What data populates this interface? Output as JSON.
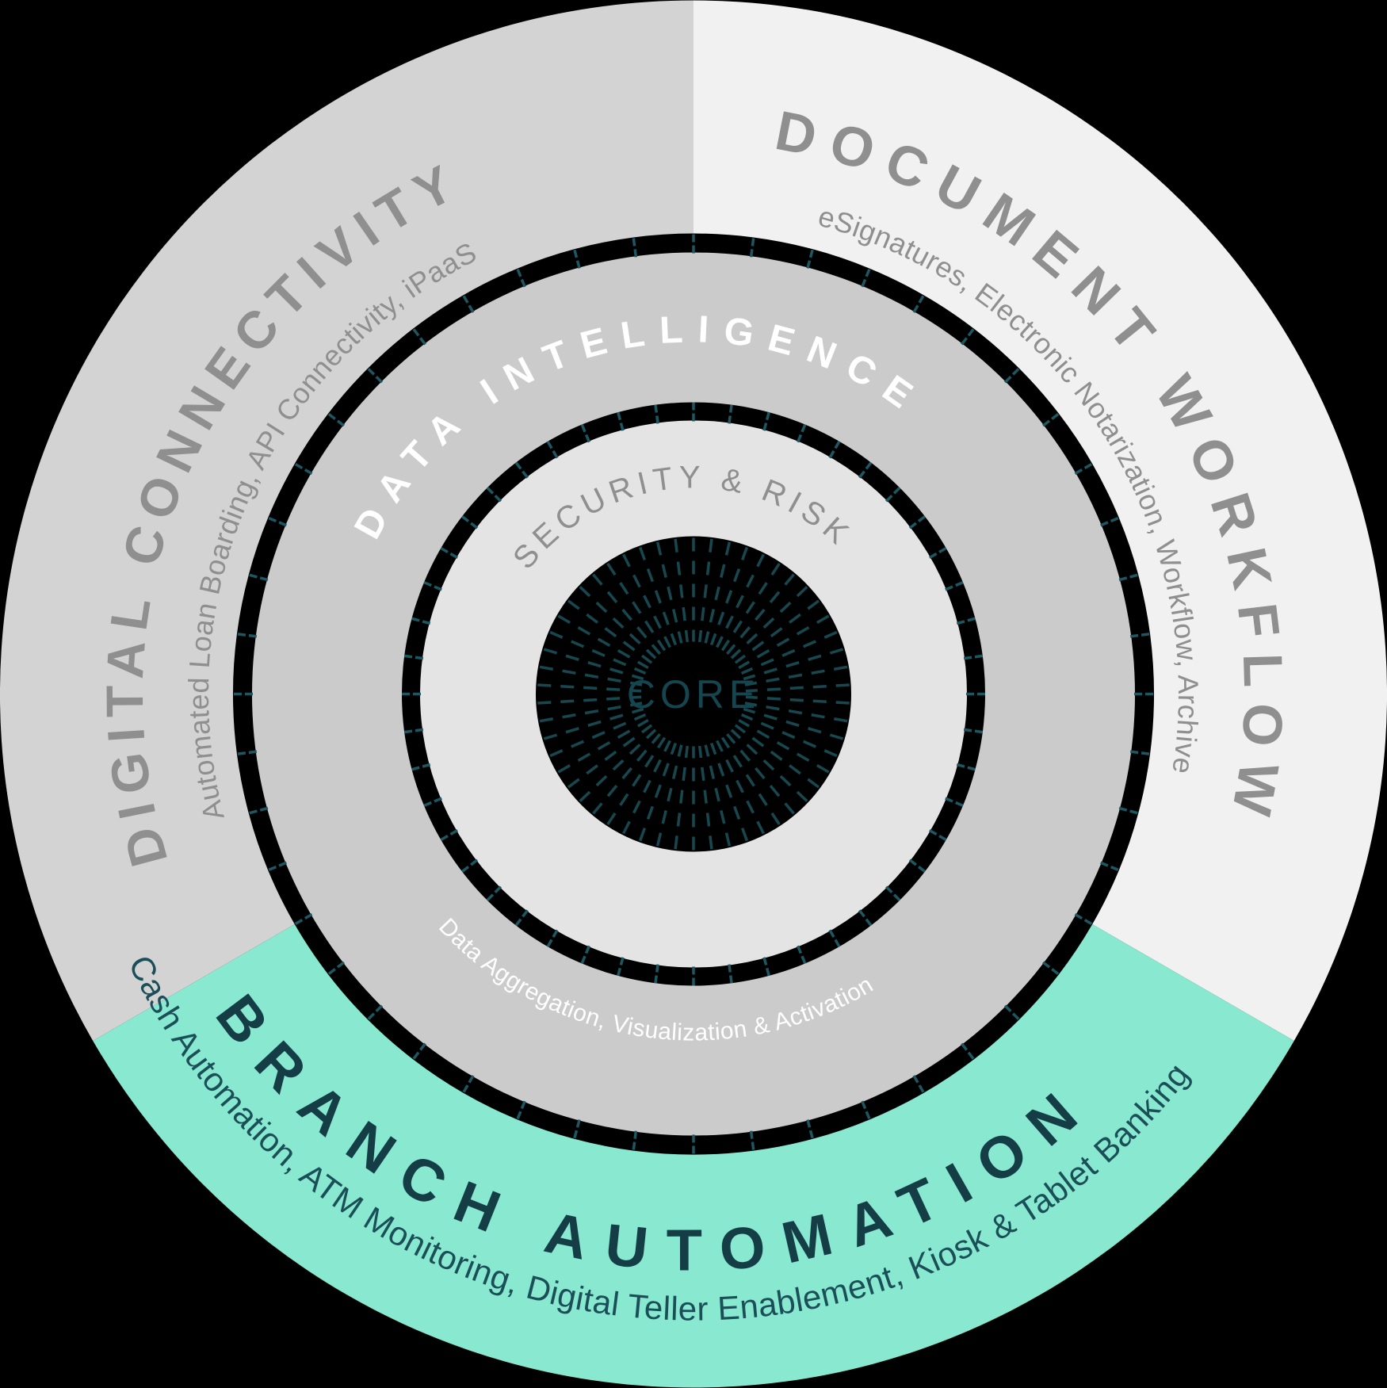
{
  "diagram": {
    "core": {
      "label": "CORE"
    },
    "inner_ring": {
      "title": "SECURITY & RISK"
    },
    "middle_ring": {
      "title": "DATA INTELLIGENCE",
      "subtitle": "Data Aggregation, Visualization & Activation"
    },
    "outer_segments": [
      {
        "id": "digital-connectivity",
        "title": "DIGITAL CONNECTIVITY",
        "subtitle": "Automated Loan Boarding, API Connectivity, iPaaS"
      },
      {
        "id": "document-workflow",
        "title": "DOCUMENT WORKFLOW",
        "subtitle": "eSignatures, Electronic Notarization, Workflow, Archive"
      },
      {
        "id": "branch-automation",
        "title": "BRANCH AUTOMATION",
        "subtitle": "Cash Automation, ATM Monitoring, Digital Teller Enablement, Kiosk & Tablet Banking"
      }
    ]
  },
  "colors": {
    "background": "#000000",
    "segment_digital_bg": "#d3d3d3",
    "segment_document_bg": "#f1f1f1",
    "segment_branch_bg": "#89e8d0",
    "middle_ring_bg": "#cbcbcb",
    "inner_ring_bg": "#e4e4e4",
    "core_bg": "#000000",
    "gray_text": "#8f8f8f",
    "white_text": "#ffffff",
    "branch_title_text": "#143d46",
    "branch_subtitle_text": "#1b4f58",
    "core_label_text": "#15454e",
    "tick_marks": "#1d5761",
    "core_rays": "#17484f"
  }
}
